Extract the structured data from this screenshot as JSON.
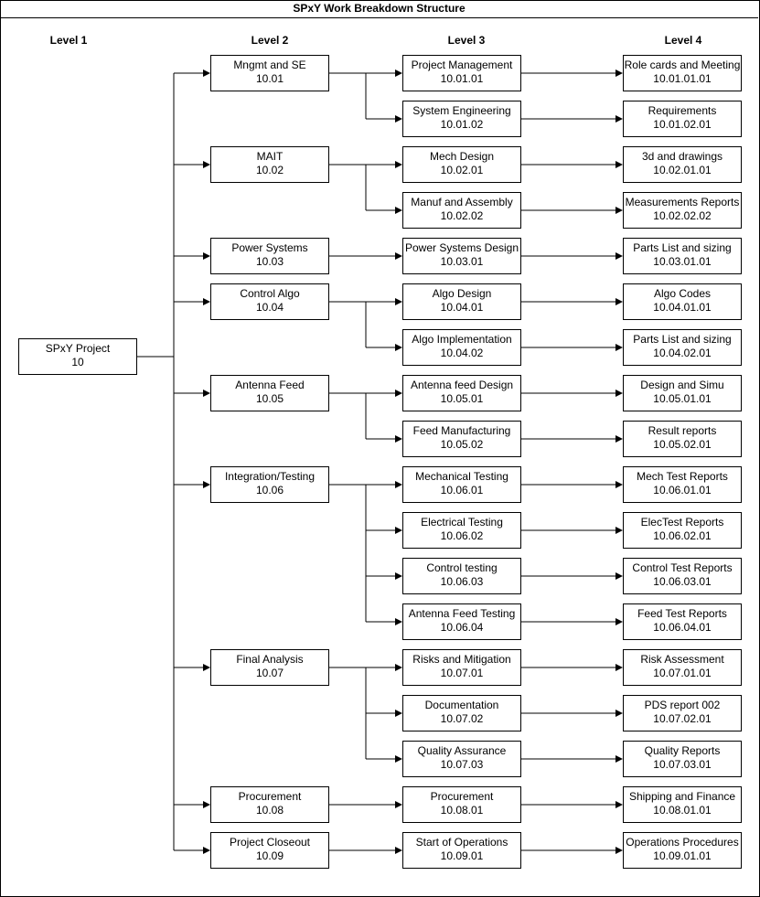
{
  "title": "SPxY Work Breakdown Structure",
  "levels": [
    "Level 1",
    "Level 2",
    "Level 3",
    "Level 4"
  ],
  "root": {
    "name": "SPxY Project",
    "code": "10"
  },
  "branches": [
    {
      "name": "Mngmt and SE",
      "code": "10.01",
      "children": [
        {
          "name": "Project Management",
          "code": "10.01.01",
          "leaf": {
            "name": "Role cards and Meeting",
            "code": "10.01.01.01"
          }
        },
        {
          "name": "System Engineering",
          "code": "10.01.02",
          "leaf": {
            "name": "Requirements",
            "code": "10.01.02.01"
          }
        }
      ]
    },
    {
      "name": "MAIT",
      "code": "10.02",
      "children": [
        {
          "name": "Mech Design",
          "code": "10.02.01",
          "leaf": {
            "name": "3d and drawings",
            "code": "10.02.01.01"
          }
        },
        {
          "name": "Manuf and Assembly",
          "code": "10.02.02",
          "leaf": {
            "name": "Measurements Reports",
            "code": "10.02.02.02"
          }
        }
      ]
    },
    {
      "name": "Power Systems",
      "code": "10.03",
      "children": [
        {
          "name": "Power Systems Design",
          "code": "10.03.01",
          "leaf": {
            "name": "Parts List and sizing",
            "code": "10.03.01.01"
          }
        }
      ]
    },
    {
      "name": "Control Algo",
      "code": "10.04",
      "children": [
        {
          "name": "Algo Design",
          "code": "10.04.01",
          "leaf": {
            "name": "Algo Codes",
            "code": "10.04.01.01"
          }
        },
        {
          "name": "Algo Implementation",
          "code": "10.04.02",
          "leaf": {
            "name": "Parts List and sizing",
            "code": "10.04.02.01"
          }
        }
      ]
    },
    {
      "name": "Antenna Feed",
      "code": "10.05",
      "children": [
        {
          "name": "Antenna feed Design",
          "code": "10.05.01",
          "leaf": {
            "name": "Design and Simu",
            "code": "10.05.01.01"
          }
        },
        {
          "name": "Feed Manufacturing",
          "code": "10.05.02",
          "leaf": {
            "name": "Result reports",
            "code": "10.05.02.01"
          }
        }
      ]
    },
    {
      "name": "Integration/Testing",
      "code": "10.06",
      "children": [
        {
          "name": "Mechanical Testing",
          "code": "10.06.01",
          "leaf": {
            "name": "Mech Test Reports",
            "code": "10.06.01.01"
          }
        },
        {
          "name": "Electrical Testing",
          "code": "10.06.02",
          "leaf": {
            "name": "ElecTest Reports",
            "code": "10.06.02.01"
          }
        },
        {
          "name": "Control testing",
          "code": "10.06.03",
          "leaf": {
            "name": "Control Test Reports",
            "code": "10.06.03.01"
          }
        },
        {
          "name": "Antenna Feed Testing",
          "code": "10.06.04",
          "leaf": {
            "name": "Feed Test Reports",
            "code": "10.06.04.01"
          }
        }
      ]
    },
    {
      "name": "Final Analysis",
      "code": "10.07",
      "children": [
        {
          "name": "Risks and Mitigation",
          "code": "10.07.01",
          "leaf": {
            "name": "Risk Assessment",
            "code": "10.07.01.01"
          }
        },
        {
          "name": "Documentation",
          "code": "10.07.02",
          "leaf": {
            "name": "PDS report 002",
            "code": "10.07.02.01"
          }
        },
        {
          "name": "Quality Assurance",
          "code": "10.07.03",
          "leaf": {
            "name": "Quality Reports",
            "code": "10.07.03.01"
          }
        }
      ]
    },
    {
      "name": "Procurement",
      "code": "10.08",
      "children": [
        {
          "name": "Procurement",
          "code": "10.08.01",
          "leaf": {
            "name": "Shipping and Finance",
            "code": "10.08.01.01"
          }
        }
      ]
    },
    {
      "name": "Project Closeout",
      "code": "10.09",
      "children": [
        {
          "name": "Start of  Operations",
          "code": "10.09.01",
          "leaf": {
            "name": "Operations Procedures",
            "code": "10.09.01.01"
          }
        }
      ]
    }
  ]
}
